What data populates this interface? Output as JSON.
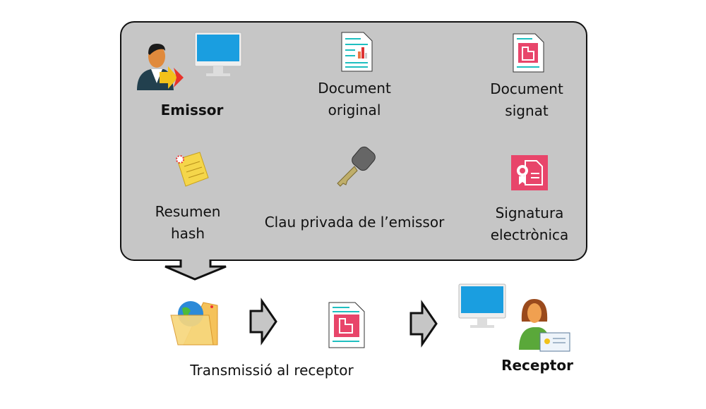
{
  "emissor": {
    "label": "Emissor"
  },
  "original": {
    "line1": "Document",
    "line2": "original"
  },
  "signat": {
    "line1": "Document",
    "line2": "signat"
  },
  "hash": {
    "line1": "Resumen",
    "line2": "hash"
  },
  "key": {
    "label": "Clau privada de l’emissor"
  },
  "signature": {
    "line1": "Signatura",
    "line2": "electrònica"
  },
  "transmission": {
    "label": "Transmissió  al receptor"
  },
  "receptor": {
    "label": "Receptor"
  },
  "colors": {
    "panel": "#c6c6c6",
    "accent_pink": "#e8456a",
    "cyan": "#1fbfc0",
    "screen": "#1a9ee0"
  }
}
